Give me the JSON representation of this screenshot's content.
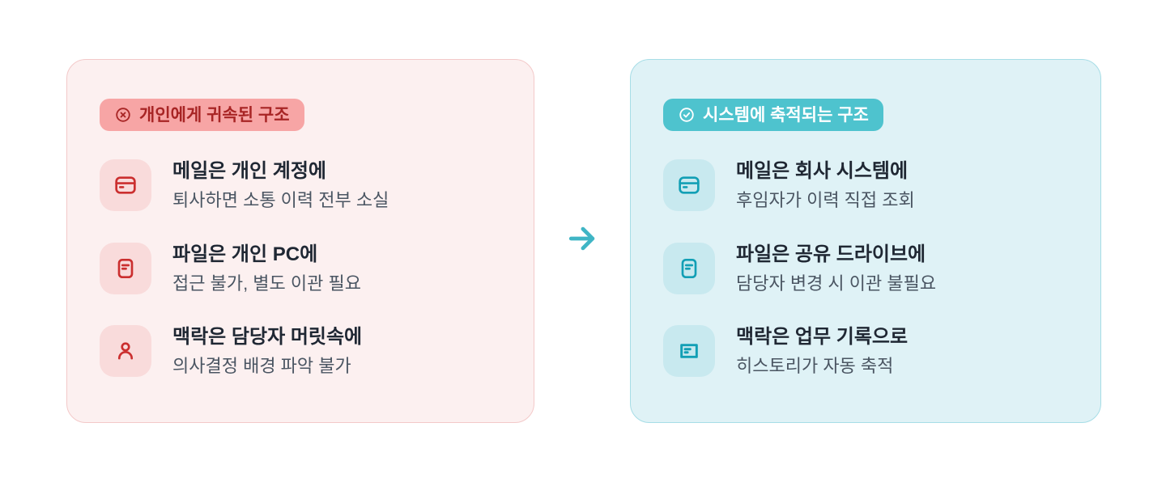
{
  "left_panel": {
    "badge": {
      "icon": "x-circle-icon",
      "label": "개인에게 귀속된 구조"
    },
    "items": [
      {
        "icon": "mail-icon",
        "title": "메일은 개인 계정에",
        "subtitle": "퇴사하면 소통 이력 전부 소실"
      },
      {
        "icon": "file-icon",
        "title": "파일은 개인 PC에",
        "subtitle": "접근 불가, 별도 이관 필요"
      },
      {
        "icon": "person-icon",
        "title": "맥락은 담당자 머릿속에",
        "subtitle": "의사결정 배경 파악 불가"
      }
    ]
  },
  "arrow": {
    "icon": "right-arrow-icon",
    "direction": "left-to-right"
  },
  "right_panel": {
    "badge": {
      "icon": "check-circle-icon",
      "label": "시스템에 축적되는 구조"
    },
    "items": [
      {
        "icon": "mail-icon",
        "title": "메일은 회사 시스템에",
        "subtitle": "후임자가 이력 직접 조회"
      },
      {
        "icon": "file-icon",
        "title": "파일은 공유 드라이브에",
        "subtitle": "담당자 변경 시 이관 불필요"
      },
      {
        "icon": "record-icon",
        "title": "맥락은 업무 기록으로",
        "subtitle": "히스토리가 자동 축적"
      }
    ]
  },
  "colors": {
    "page_bg": "#FFFFFF",
    "left_panel_bg": "#FCF0F0",
    "left_panel_border": "#F3C9C9",
    "left_badge_bg": "#F7A5A5",
    "left_badge_text": "#A82525",
    "left_icon": "#CB2F2F",
    "left_icon_tile_bg": "#F9DBDB",
    "right_panel_bg": "#DFF2F6",
    "right_panel_border": "#A6DDE6",
    "right_badge_bg": "#4EC3CE",
    "right_badge_text": "#FFFFFF",
    "right_icon": "#129FB5",
    "right_icon_tile_bg": "#C8E9EF",
    "title_text": "#1F2733",
    "subtitle_text": "#4A5562",
    "arrow": "#3FB5C5"
  }
}
